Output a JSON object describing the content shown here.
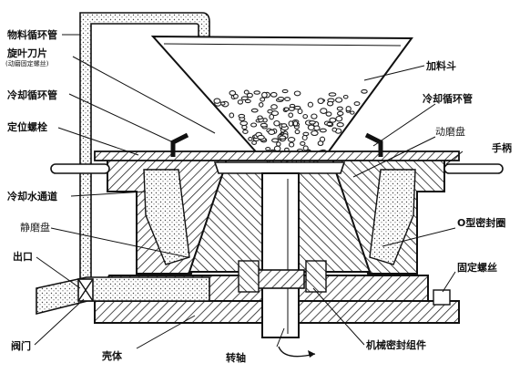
{
  "labels": {
    "material_pipe": "物料循环管",
    "rotor_blade": "旋叶刀片",
    "rotor_blade_note": "(动磨固定螺丝)",
    "cooling_pipe_left": "冷却循环管",
    "locating_bolt": "定位螺栓",
    "cooling_channel": "冷却水通道",
    "static_disc": "静磨盘",
    "outlet": "出口",
    "valve": "阀门",
    "housing": "壳体",
    "hopper": "加料斗",
    "cooling_pipe_right": "冷却循环管",
    "moving_disc": "动磨盘",
    "handle": "手柄",
    "o_ring": "O型密封圈",
    "fixing_bolt": "固定螺丝",
    "shaft": "转轴",
    "seal_assembly": "机械密封组件"
  },
  "colors": {
    "ink": "#111111",
    "hatch": "#222222",
    "dots": "#333333"
  }
}
